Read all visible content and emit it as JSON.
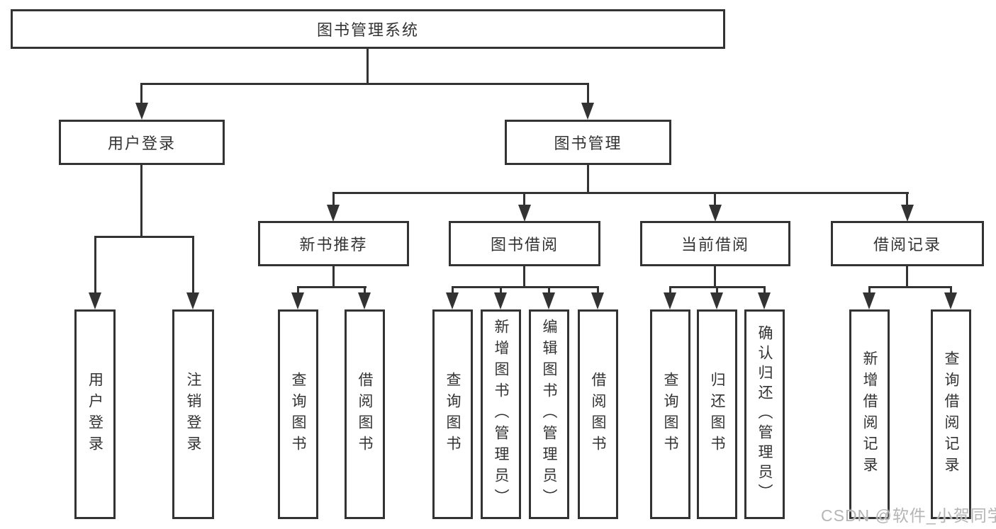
{
  "colors": {
    "line": "#333333",
    "text": "#333333",
    "background": "#ffffff",
    "watermark": "#b5b5b5"
  },
  "watermark": {
    "text": "CSDN @软件_小贺同学"
  },
  "tree": {
    "root": {
      "label": "图书管理系统"
    },
    "children": [
      {
        "label": "用户登录",
        "children": [
          {
            "label": "用户登录"
          },
          {
            "label": "注销登录"
          }
        ]
      },
      {
        "label": "图书管理",
        "children": [
          {
            "label": "新书推荐",
            "children": [
              {
                "label": "查询图书"
              },
              {
                "label": "借阅图书"
              }
            ]
          },
          {
            "label": "图书借阅",
            "children": [
              {
                "label": "查询图书"
              },
              {
                "label": "新增图书（管理员）"
              },
              {
                "label": "编辑图书（管理员）"
              },
              {
                "label": "借阅图书"
              }
            ]
          },
          {
            "label": "当前借阅",
            "children": [
              {
                "label": "查询图书"
              },
              {
                "label": "归还图书"
              },
              {
                "label": "确认归还（管理员）"
              }
            ]
          },
          {
            "label": "借阅记录",
            "children": [
              {
                "label": "新增借阅记录"
              },
              {
                "label": "查询借阅记录"
              }
            ]
          }
        ]
      }
    ]
  }
}
